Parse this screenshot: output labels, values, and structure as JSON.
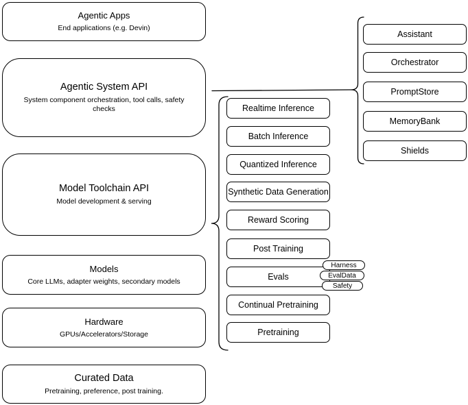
{
  "diagram": {
    "left_column": [
      {
        "title": "Agentic Apps",
        "subtitle": "End applications (e.g. Devin)"
      },
      {
        "title": "Agentic System API",
        "subtitle": "System component orchestration, tool calls, safety checks"
      },
      {
        "title": "Model Toolchain API",
        "subtitle": "Model development & serving"
      },
      {
        "title": "Models",
        "subtitle": "Core LLMs, adapter weights, secondary models"
      },
      {
        "title": "Hardware",
        "subtitle": "GPUs/Accelerators/Storage"
      },
      {
        "title": "Curated Data",
        "subtitle": "Pretraining, preference, post training."
      }
    ],
    "toolchain_items": [
      "Realtime Inference",
      "Batch Inference",
      "Quantized Inference",
      "Synthetic Data Generation",
      "Reward Scoring",
      "Post Training",
      "Evals",
      "Continual Pretraining",
      "Pretraining"
    ],
    "evals_tags": [
      "Harness",
      "EvalData",
      "Safety"
    ],
    "system_components": [
      "Assistant",
      "Orchestrator",
      "PromptStore",
      "MemoryBank",
      "Shields"
    ],
    "colors": {
      "stroke": "#000000",
      "fill": "#ffffff",
      "canvas": "#ffffff",
      "text": "#000000"
    }
  }
}
